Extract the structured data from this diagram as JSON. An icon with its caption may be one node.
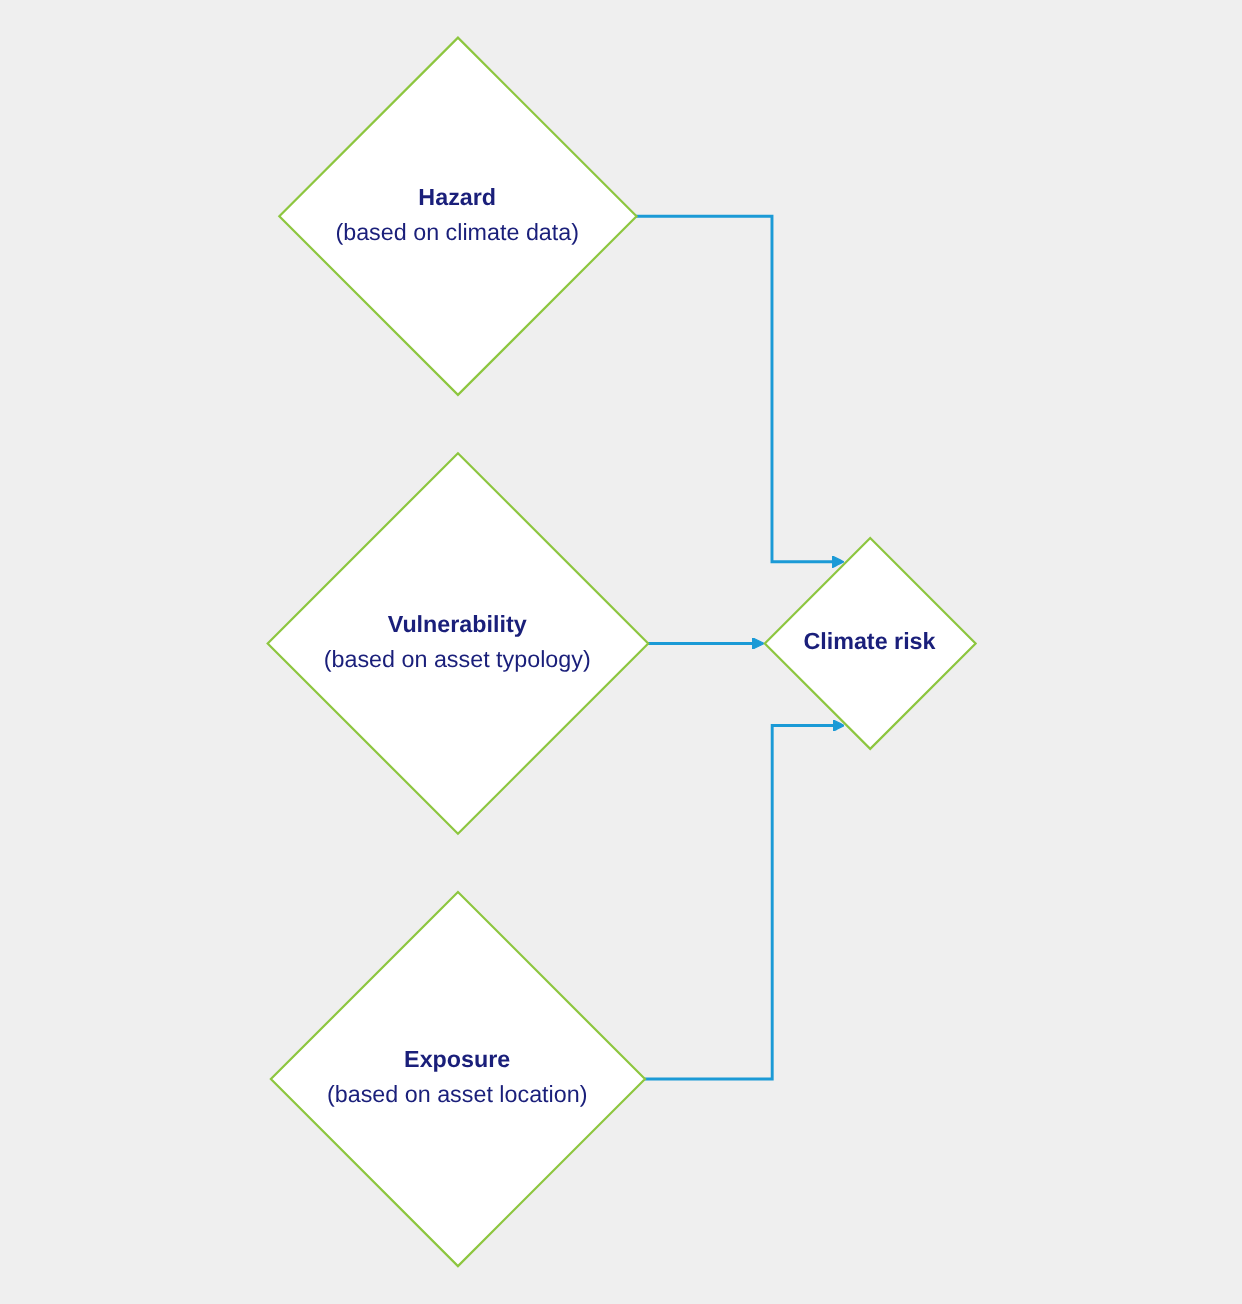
{
  "diagram": {
    "nodes": [
      {
        "text": [
          "Hazard",
          "(based on climate data)"
        ]
      },
      {
        "text": [
          "Vulnerability",
          "(based on asset typology)"
        ]
      },
      {
        "text": [
          "Exposure",
          "(based on asset location)"
        ]
      },
      {
        "text": [
          "Climate risk"
        ]
      }
    ],
    "edges": [
      {
        "from": 0,
        "to": 3,
        "arrow": "to"
      },
      {
        "from": 1,
        "to": 3,
        "arrow": "to"
      },
      {
        "from": 2,
        "to": 3,
        "arrow": "to"
      }
    ]
  }
}
